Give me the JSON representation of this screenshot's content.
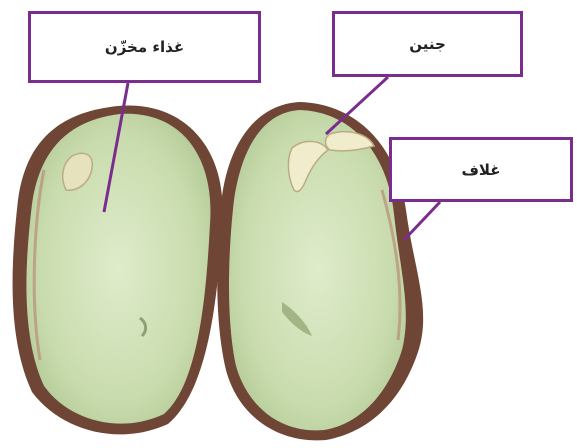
{
  "labels": {
    "storage_food": "غذاء مخزّن",
    "embryo": "جنين",
    "seed_coat": "غلاف"
  },
  "colors": {
    "accent": "#7b2d8e",
    "cotyledon": "#cfe0b4",
    "seed_coat": "#7a4a3a"
  }
}
